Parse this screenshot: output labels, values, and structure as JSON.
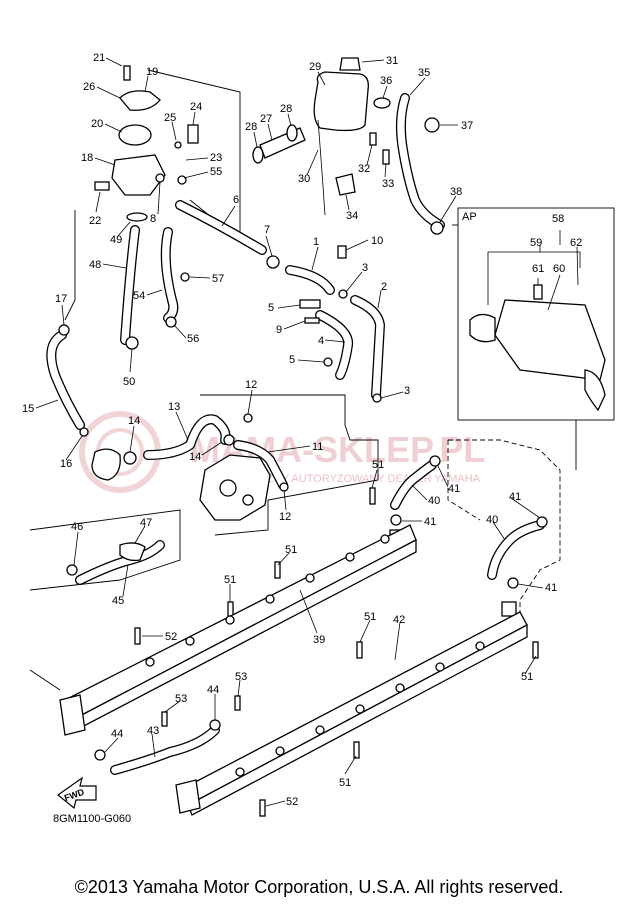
{
  "diagram": {
    "drawing_code": "8GM1100-G060",
    "assembly_label": "AP",
    "fwd_label": "FWD",
    "callouts": {
      "c21": "21",
      "c19": "19",
      "c26": "26",
      "c25": "25",
      "c24": "24",
      "c20": "20",
      "c18": "18",
      "c23": "23",
      "c55": "55",
      "c22": "22",
      "c8": "8",
      "c49": "49",
      "c6": "6",
      "c7": "7",
      "c48": "48",
      "c57": "57",
      "c54": "54",
      "c56": "56",
      "c50": "50",
      "c17": "17",
      "c15": "15",
      "c16": "16",
      "c14": "14",
      "c13": "13",
      "c14b": "14",
      "c12": "12",
      "c12b": "12",
      "c11": "11",
      "c29": "29",
      "c31": "31",
      "c36": "36",
      "c28": "28",
      "c27": "27",
      "c28b": "28",
      "c30": "30",
      "c32": "32",
      "c33": "33",
      "c34": "34",
      "c35": "35",
      "c37": "37",
      "c38": "38",
      "c1": "1",
      "c10": "10",
      "c3": "3",
      "c2": "2",
      "c5": "5",
      "c9": "9",
      "c4": "4",
      "c5b": "5",
      "c3b": "3",
      "c58": "58",
      "c59": "59",
      "c62": "62",
      "c61": "61",
      "c60": "60",
      "c51a": "51",
      "c41a": "41",
      "c40a": "40",
      "c41b": "41",
      "c41c": "41",
      "c40b": "40",
      "c41d": "41",
      "c46": "46",
      "c47": "47",
      "c45": "45",
      "c51b": "51",
      "c51c": "51",
      "c52a": "52",
      "c39": "39",
      "c51d": "51",
      "c42": "42",
      "c51e": "51",
      "c53a": "53",
      "c44a": "44",
      "c53b": "53",
      "c44b": "44",
      "c43": "43",
      "c51f": "51",
      "c52b": "52"
    }
  },
  "watermark": {
    "title": "MAMA-SKLEP.PL",
    "subtitle": "WYŁĄCZNY AUTORYZOWANY DEALER YAMAHA"
  },
  "footer": {
    "copyright": "©2013 Yamaha Motor Corporation, U.S.A. All rights reserved."
  }
}
